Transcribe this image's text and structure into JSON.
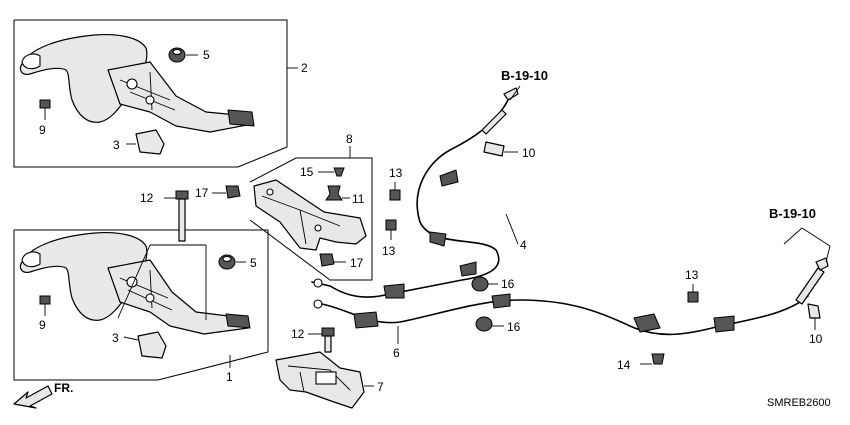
{
  "callouts": [
    {
      "id": "c5a",
      "text": "5"
    },
    {
      "id": "c2",
      "text": "2"
    },
    {
      "id": "c9a",
      "text": "9"
    },
    {
      "id": "c3a",
      "text": "3"
    },
    {
      "id": "c8",
      "text": "8"
    },
    {
      "id": "c15",
      "text": "15"
    },
    {
      "id": "c11",
      "text": "11"
    },
    {
      "id": "c12a",
      "text": "12"
    },
    {
      "id": "c17a",
      "text": "17"
    },
    {
      "id": "c13a",
      "text": "13"
    },
    {
      "id": "c13b",
      "text": "13"
    },
    {
      "id": "c17b",
      "text": "17"
    },
    {
      "id": "c10a",
      "text": "10"
    },
    {
      "id": "c4",
      "text": "4"
    },
    {
      "id": "c5b",
      "text": "5"
    },
    {
      "id": "c9b",
      "text": "9"
    },
    {
      "id": "c3b",
      "text": "3"
    },
    {
      "id": "c1",
      "text": "1"
    },
    {
      "id": "c16a",
      "text": "16"
    },
    {
      "id": "c16b",
      "text": "16"
    },
    {
      "id": "c12b",
      "text": "12"
    },
    {
      "id": "c6",
      "text": "6"
    },
    {
      "id": "c7",
      "text": "7"
    },
    {
      "id": "c13c",
      "text": "13"
    },
    {
      "id": "c14",
      "text": "14"
    },
    {
      "id": "c10b",
      "text": "10"
    }
  ],
  "references": {
    "upper": "B-19-10",
    "right": "B-19-10"
  },
  "direction_label": "FR.",
  "diagram_code": "SMREB2600"
}
